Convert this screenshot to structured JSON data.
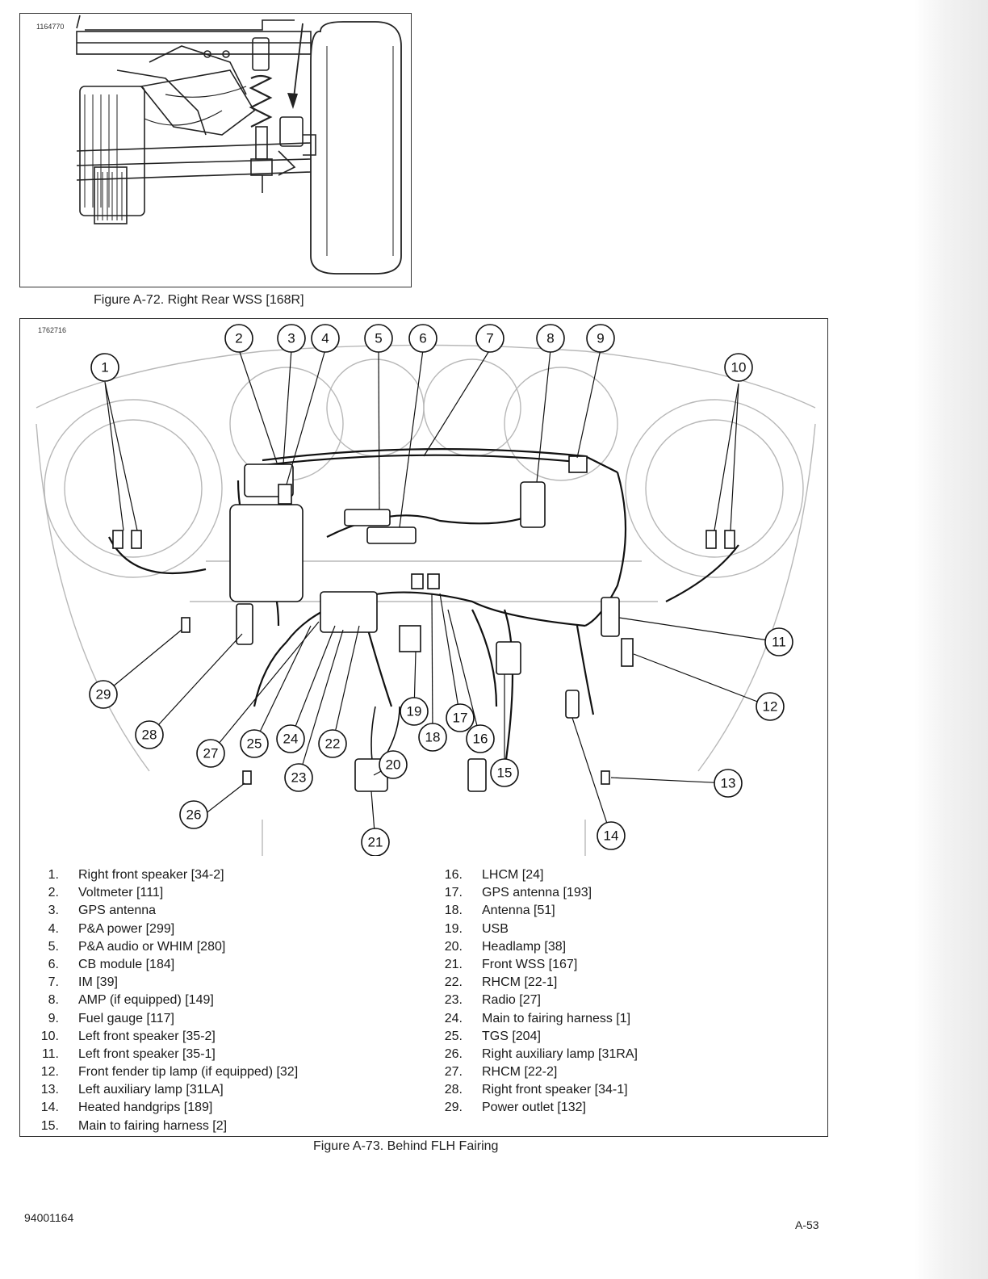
{
  "figure_a72": {
    "id": "1164770",
    "caption": "Figure A-72. Right Rear WSS [168R]"
  },
  "figure_a73": {
    "id": "1762716",
    "caption": "Figure A-73. Behind FLH Fairing",
    "callouts": [
      "1",
      "2",
      "3",
      "4",
      "5",
      "6",
      "7",
      "8",
      "9",
      "10",
      "11",
      "12",
      "13",
      "14",
      "15",
      "16",
      "17",
      "18",
      "19",
      "20",
      "21",
      "22",
      "23",
      "24",
      "25",
      "26",
      "27",
      "28",
      "29"
    ],
    "legend_left": [
      {
        "num": "1.",
        "text": "Right front speaker [34-2]"
      },
      {
        "num": "2.",
        "text": "Voltmeter [111]"
      },
      {
        "num": "3.",
        "text": "GPS antenna"
      },
      {
        "num": "4.",
        "text": "P&A power [299]"
      },
      {
        "num": "5.",
        "text": "P&A audio or WHIM [280]"
      },
      {
        "num": "6.",
        "text": "CB module [184]"
      },
      {
        "num": "7.",
        "text": "IM [39]"
      },
      {
        "num": "8.",
        "text": "AMP (if equipped) [149]"
      },
      {
        "num": "9.",
        "text": "Fuel gauge [117]"
      },
      {
        "num": "10.",
        "text": "Left front speaker [35-2]"
      },
      {
        "num": "11.",
        "text": "Left front speaker [35-1]"
      },
      {
        "num": "12.",
        "text": "Front fender tip lamp (if equipped) [32]"
      },
      {
        "num": "13.",
        "text": "Left auxiliary lamp [31LA]"
      },
      {
        "num": "14.",
        "text": "Heated handgrips [189]"
      },
      {
        "num": "15.",
        "text": "Main to fairing harness [2]"
      }
    ],
    "legend_right": [
      {
        "num": "16.",
        "text": "LHCM [24]"
      },
      {
        "num": "17.",
        "text": "GPS antenna [193]"
      },
      {
        "num": "18.",
        "text": "Antenna [51]"
      },
      {
        "num": "19.",
        "text": "USB"
      },
      {
        "num": "20.",
        "text": "Headlamp [38]"
      },
      {
        "num": "21.",
        "text": "Front WSS [167]"
      },
      {
        "num": "22.",
        "text": "RHCM [22-1]"
      },
      {
        "num": "23.",
        "text": "Radio [27]"
      },
      {
        "num": "24.",
        "text": "Main to fairing harness [1]"
      },
      {
        "num": "25.",
        "text": "TGS [204]"
      },
      {
        "num": "26.",
        "text": "Right auxiliary lamp [31RA]"
      },
      {
        "num": "27.",
        "text": "RHCM [22-2]"
      },
      {
        "num": "28.",
        "text": "Right front speaker [34-1]"
      },
      {
        "num": "29.",
        "text": "Power outlet [132]"
      }
    ]
  },
  "footer": {
    "doc_number": "94001164",
    "page_number": "A-53"
  }
}
